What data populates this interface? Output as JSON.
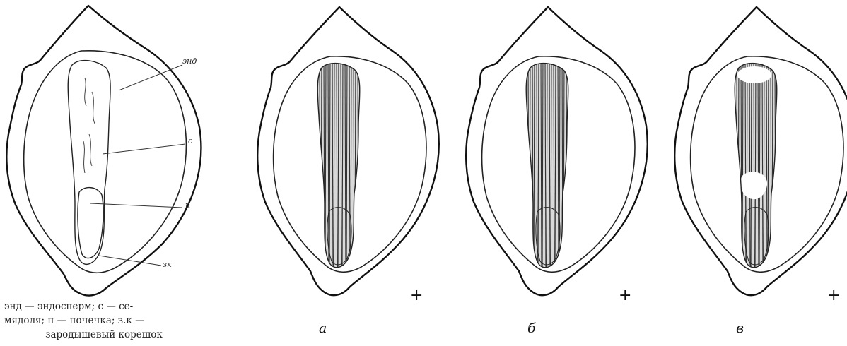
{
  "labels": {
    "endosperm": "энд",
    "cotyledon": "с",
    "plumule": "п",
    "radicle": "зк"
  },
  "legend": {
    "line1": "энд — эндосперм; с — се-",
    "line2": "мядоля; п — почечка; з.к —",
    "line3": "зародышевый корешок"
  },
  "variants": [
    {
      "letter": "а",
      "plus": "+"
    },
    {
      "letter": "б",
      "plus": "+"
    },
    {
      "letter": "в",
      "plus": "+"
    }
  ]
}
